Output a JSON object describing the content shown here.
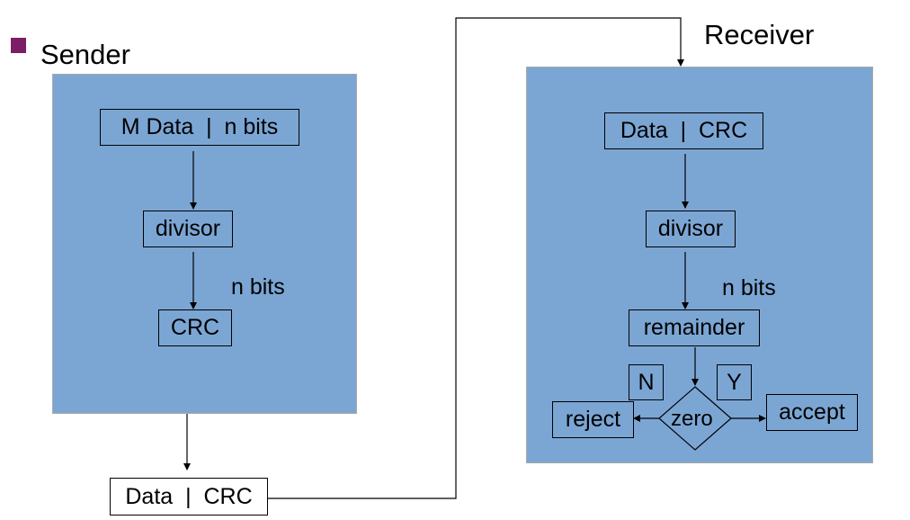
{
  "sender": {
    "title": "Sender",
    "data_box": "M Data  |  n bits",
    "divisor_box": "divisor",
    "bits_label": "n bits",
    "crc_box": "CRC"
  },
  "transmitted": {
    "frame_box": "Data  |  CRC"
  },
  "receiver": {
    "title": "Receiver",
    "data_box": "Data  |  CRC",
    "divisor_box": "divisor",
    "bits_label": "n bits",
    "remainder_box": "remainder",
    "decision_label": "zero",
    "no_label": "N",
    "yes_label": "Y",
    "reject_box": "reject",
    "accept_box": "accept"
  },
  "colors": {
    "panel": "#7ba6d4",
    "bullet": "#7b1e66"
  }
}
